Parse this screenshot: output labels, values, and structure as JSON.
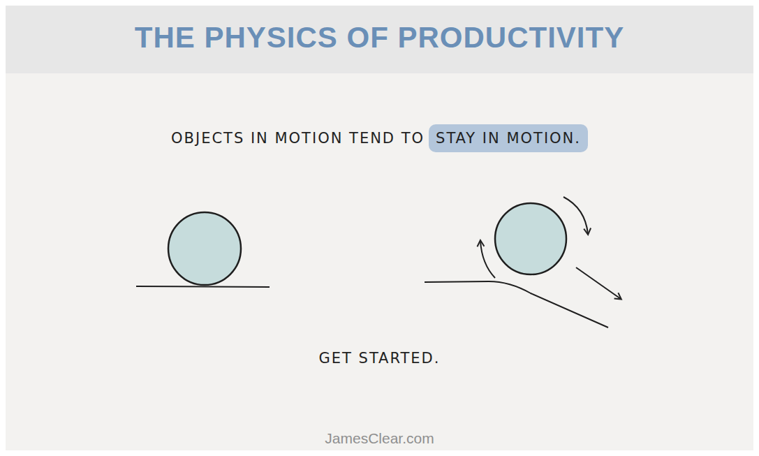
{
  "diagram": {
    "title": "THE PHYSICS OF PRODUCTIVITY",
    "labels": [
      "OBJECTS IN MOTION TEND TO",
      "STAY IN MOTION.",
      "GET STARTED.",
      "JamesClear.com"
    ]
  }
}
